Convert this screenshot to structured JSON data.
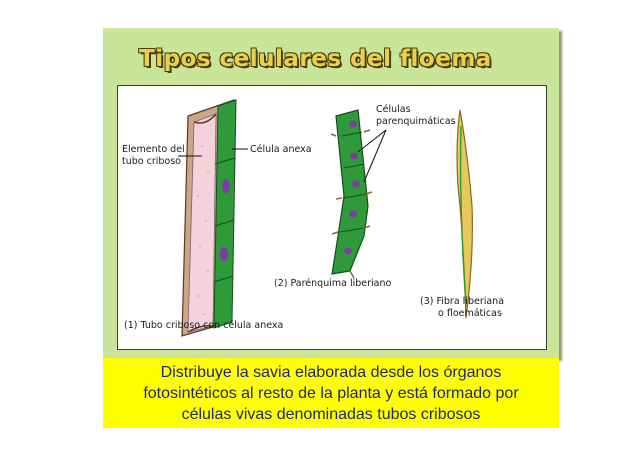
{
  "slide": {
    "title": "Tipos celulares del floema",
    "caption_lines": [
      "Distribuye la savia elaborada desde los órganos",
      "fotosintéticos al resto de la planta y está formado por",
      "células vivas denominadas tubos cribosos"
    ]
  },
  "diagram": {
    "labels": {
      "element_tube": [
        "Elemento del",
        "tubo criboso"
      ],
      "companion_cell": "Célula anexa",
      "parenchyma_cells": [
        "Células",
        "parenquimáticas"
      ],
      "fig1": "(1) Tubo criboso con célula anexa",
      "fig2": "(2) Parénquima liberiano",
      "fig3": [
        "(3) Fibra liberiana",
        "o floemáticas"
      ]
    }
  },
  "colors": {
    "panel_background": "#c9e59a",
    "title": "#e9d14a",
    "caption_background": "#ffff00",
    "caption_text": "#1f2a6b",
    "cell_green": "#2f9a3a",
    "sieve_pink": "#f3d2dc",
    "nucleus_purple": "#7a3fa0"
  }
}
